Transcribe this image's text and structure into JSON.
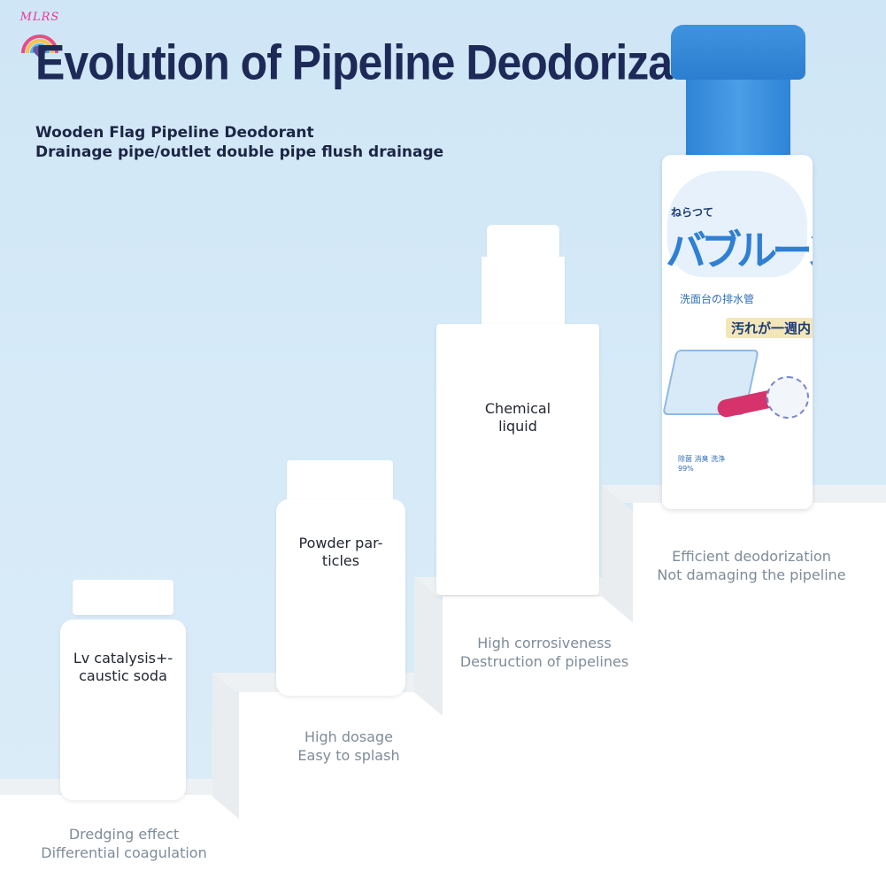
{
  "logo": {
    "text": "MLRS"
  },
  "title": "Evolution of Pipeline Deodorization",
  "subtitle_lines": [
    "Wooden Flag Pipeline Deodorant",
    "Drainage pipe/outlet double pipe flush drainage"
  ],
  "bottles": [
    {
      "label_lines": [
        "Lv catalysis+-",
        "caustic soda"
      ]
    },
    {
      "label_lines": [
        "Powder par-",
        "ticles"
      ]
    },
    {
      "label_lines": [
        "Chemical",
        "liquid"
      ]
    }
  ],
  "step_captions": [
    {
      "lines": [
        "Dredging effect",
        "Differential coagulation"
      ]
    },
    {
      "lines": [
        "High dosage",
        "Easy to splash"
      ]
    },
    {
      "lines": [
        "High corrosiveness",
        "Destruction of pipelines"
      ]
    },
    {
      "lines": [
        "Efficient deodorization",
        "Not damaging the pipeline"
      ]
    }
  ],
  "product": {
    "jp_small": "ねらつて",
    "jp_brand": "バブルーン",
    "jp_line": "洗面台の排水管",
    "jp_banner": "汚れが一週内",
    "fine_print": [
      "除菌 消臭 洗浄",
      "99%"
    ]
  },
  "colors": {
    "background": "#d6eaf8",
    "title": "#1d2a58",
    "caption": "#7e8c99",
    "cap_blue": "#2b7ed0",
    "logo_pink": "#e6399b"
  }
}
